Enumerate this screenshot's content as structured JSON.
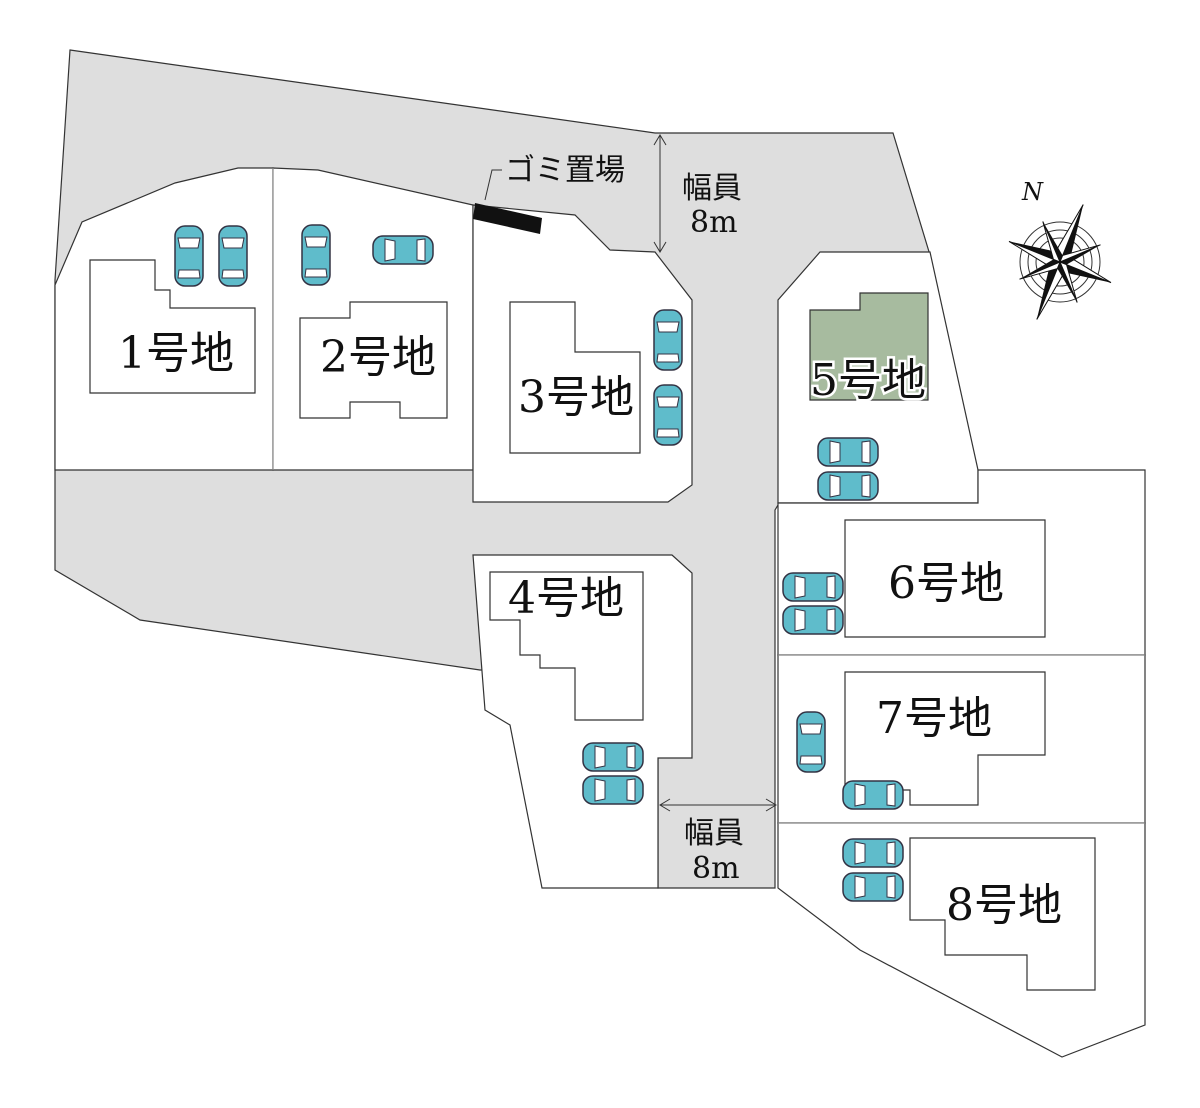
{
  "lots": [
    {
      "id": "1",
      "label": "1号地",
      "highlighted": false
    },
    {
      "id": "2",
      "label": "2号地",
      "highlighted": false
    },
    {
      "id": "3",
      "label": "3号地",
      "highlighted": false
    },
    {
      "id": "4",
      "label": "4号地",
      "highlighted": false
    },
    {
      "id": "5",
      "label": "5号地",
      "highlighted": true
    },
    {
      "id": "6",
      "label": "6号地",
      "highlighted": false
    },
    {
      "id": "7",
      "label": "7号地",
      "highlighted": false
    },
    {
      "id": "8",
      "label": "8号地",
      "highlighted": false
    }
  ],
  "roads": {
    "top": {
      "label_line1": "幅員",
      "label_line2": "8m"
    },
    "bottom": {
      "label_line1": "幅員",
      "label_line2": "8m"
    }
  },
  "garbage": {
    "label": "ゴミ置場"
  },
  "compass": {
    "north_label": "N",
    "icon": "compass-rose-icon"
  },
  "colors": {
    "road": "#dedede",
    "car": "#5fbccb",
    "highlight_house": "#a7bb9f",
    "garbage": "#111111"
  }
}
